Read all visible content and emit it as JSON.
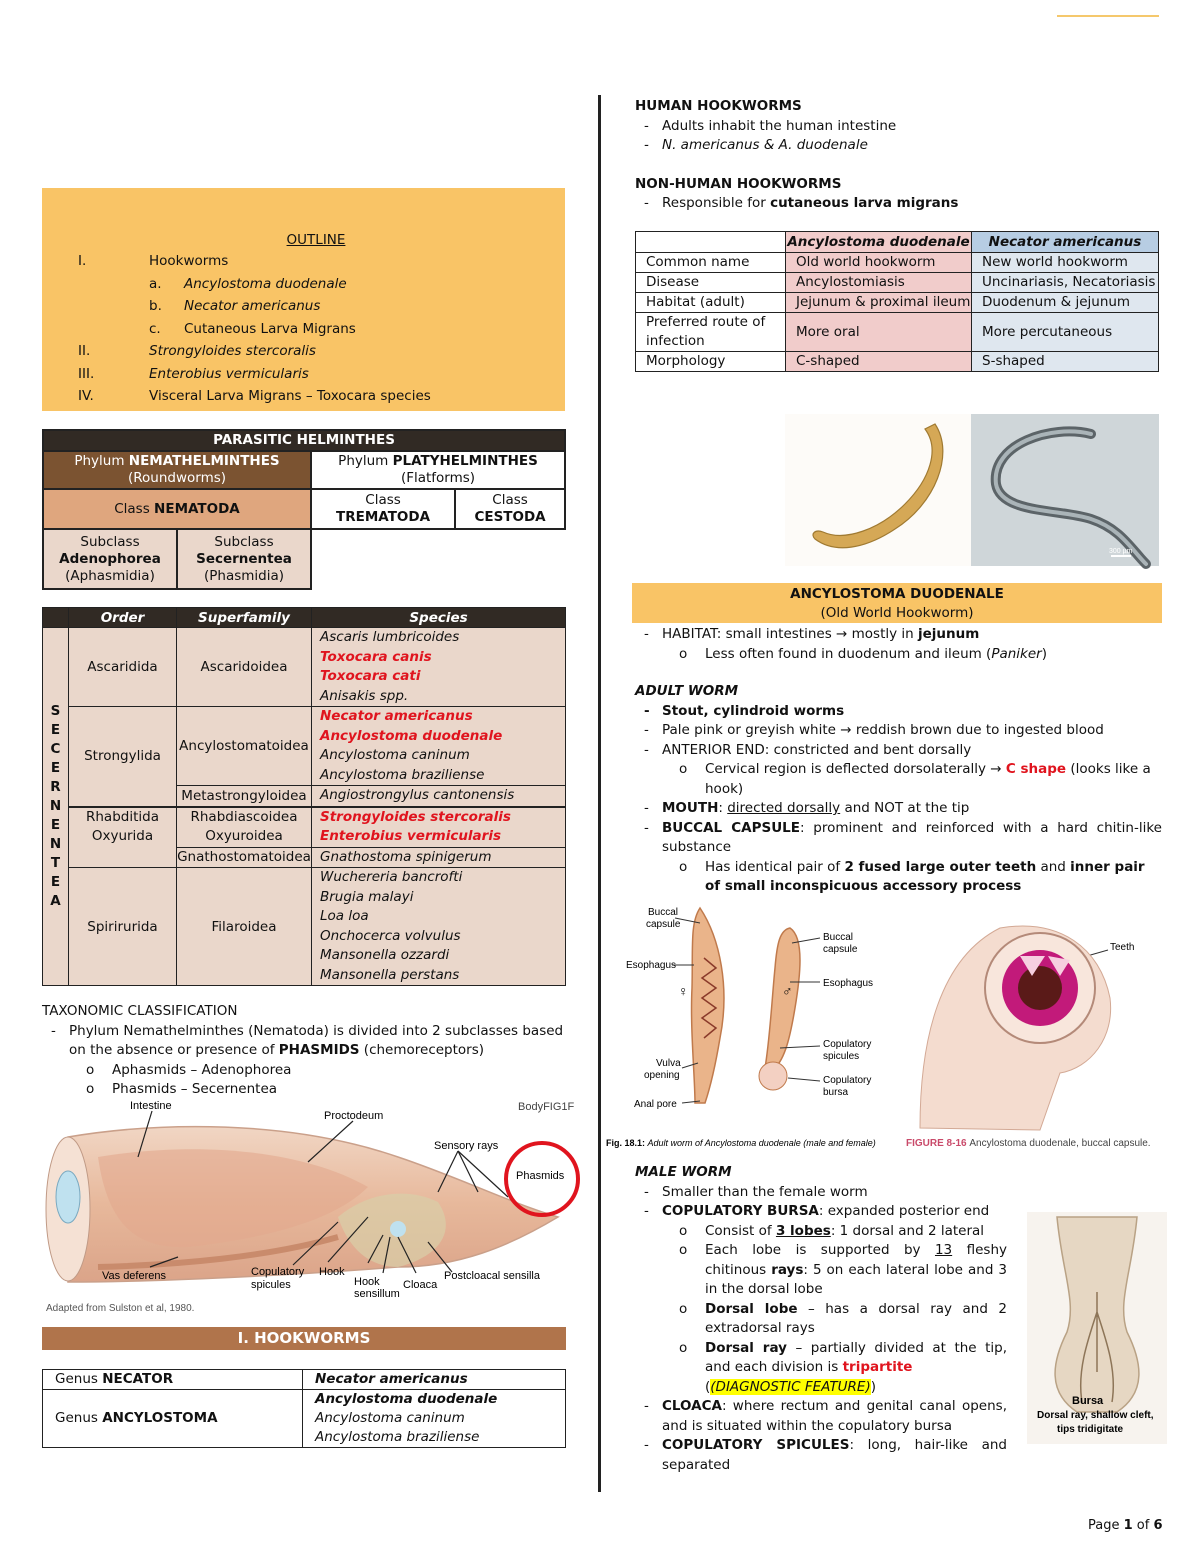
{
  "outline": {
    "title": "OUTLINE",
    "items": [
      {
        "num": "I.",
        "text": "Hookworms",
        "italic": false,
        "sub": false
      },
      {
        "num": "a.",
        "text": "Ancylostoma duodenale",
        "italic": true,
        "sub": true
      },
      {
        "num": "b.",
        "text": "Necator americanus",
        "italic": true,
        "sub": true
      },
      {
        "num": "c.",
        "text": "Cutaneous Larva Migrans",
        "italic": false,
        "sub": true
      },
      {
        "num": "II.",
        "text": "Strongyloides stercoralis",
        "italic": true,
        "sub": false
      },
      {
        "num": "III.",
        "text": "Enterobius vermicularis",
        "italic": true,
        "sub": false
      },
      {
        "num": "IV.",
        "text": "Visceral Larva Migrans – Toxocara species",
        "italic": false,
        "sub": false
      }
    ]
  },
  "phylum": {
    "header": "PARASITIC HELMINTHES",
    "nemat_a": "Phylum ",
    "nemat_b": "NEMATHELMINTHES",
    "nemat_c": "(Roundworms)",
    "platy_a": "Phylum ",
    "platy_b": "PLATYHELMINTHES",
    "platy_c": "(Flatforms)",
    "nematoda_a": "Class ",
    "nematoda_b": "NEMATODA",
    "trem_a": "Class",
    "trem_b": "TREMATODA",
    "cest_a": "Class",
    "cest_b": "CESTODA",
    "adeno_a": "Subclass",
    "adeno_b": "Adenophorea",
    "adeno_c": "(Aphasmidia)",
    "secer_a": "Subclass",
    "secer_b": "Secernentea",
    "secer_c": "(Phasmidia)"
  },
  "taxonomy": {
    "headers": [
      "Order",
      "Superfamily",
      "Species"
    ],
    "side_label": "SECERNENTEA",
    "orders": [
      "Ascaridida",
      "Strongylida",
      "Rhabditida",
      "Oxyurida",
      "Spirirurida"
    ],
    "superfamilies": [
      "Ascaridoidea",
      "Ancylostomatoidea",
      "Metastrongyloidea",
      "Rhabdiascoidea",
      "Oxyuroidea",
      "Gnathostomatoidea",
      "Filaroidea"
    ],
    "species": [
      "Ascaris lumbricoides",
      "Toxocara canis",
      "Toxocara cati",
      "Anisakis spp.",
      "Necator americanus",
      "Ancylostoma duodenale",
      "Ancylostoma caninum",
      "Ancylostoma braziliense",
      "Angiostrongylus cantonensis",
      "Strongyloides stercoralis",
      "Enterobius vermicularis",
      "Gnathostoma spinigerum",
      "Wuchereria bancrofti",
      "Brugia malayi",
      "Loa loa",
      "Onchocerca volvulus",
      "Mansonella ozzardi",
      "Mansonella perstans"
    ]
  },
  "taxclass": {
    "title": "TAXONOMIC CLASSIFICATION",
    "line1a": "Phylum Nemathelminthes (Nematoda) is divided into 2 subclasses based on the absence or presence of ",
    "line1b": "PHASMIDS",
    "line1c": " (chemoreceptors)",
    "sub1": "Aphasmids – Adenophorea",
    "sub2": "Phasmids – Secernentea"
  },
  "fig1": {
    "corner": "BodyFIG1F",
    "intestine": "Intestine",
    "proctodeum": "Proctodeum",
    "sensory": "Sensory rays",
    "phasmids": "Phasmids",
    "vas": "Vas deferens",
    "copul1": "Copulatory",
    "copul2": "spicules",
    "hook": "Hook",
    "hooks1": "Hook",
    "hooks2": "sensillum",
    "cloaca": "Cloaca",
    "postcl": "Postcloacal sensilla",
    "credit": "Adapted from Sulston et al, 1980."
  },
  "hookworms_header": "I. HOOKWORMS",
  "genus": {
    "necator_a": "Genus ",
    "necator_b": "NECATOR",
    "necator_sp": "Necator americanus",
    "ancy_a": "Genus ",
    "ancy_b": "ANCYLOSTOMA",
    "ancy_sp1": "Ancylostoma duodenale",
    "ancy_sp2": "Ancylostoma caninum",
    "ancy_sp3": "Ancylostoma braziliense"
  },
  "human": {
    "title": "HUMAN HOOKWORMS",
    "b1": "Adults inhabit the human intestine",
    "b2": "N. americanus & A. duodenale"
  },
  "nonhuman": {
    "title": "NON-HUMAN HOOKWORMS",
    "b1a": "Responsible for ",
    "b1b": "cutaneous larva migrans"
  },
  "compare": {
    "h1": "Ancylostoma duodenale",
    "h2": "Necator americanus",
    "rows": [
      {
        "k": "Common name",
        "a": "Old world hookworm",
        "n": "New world hookworm"
      },
      {
        "k": "Disease",
        "a": "Ancylostomiasis",
        "n": "Uncinariasis, Necatoriasis"
      },
      {
        "k": "Habitat (adult)",
        "a": "Jejunum & proximal ileum",
        "n": "Duodenum & jejunum"
      },
      {
        "k": "Preferred route of infection",
        "a": "More oral",
        "n": "More percutaneous"
      },
      {
        "k": "Morphology",
        "a": "C-shaped",
        "n": "S-shaped"
      }
    ],
    "scale": "300 µm"
  },
  "ancy": {
    "title": "ANCYLOSTOMA DUODENALE",
    "subtitle": "(Old World Hookworm)",
    "hab_a": "HABITAT: small intestines → mostly in ",
    "hab_b": "jejunum",
    "hab_sub_a": "Less often found in duodenum and ileum (",
    "hab_sub_b": "Paniker",
    "hab_sub_c": ")"
  },
  "adult": {
    "title": "ADULT WORM",
    "b1": "Stout, cylindroid worms",
    "b2": "Pale pink or greyish white → reddish brown due to ingested blood",
    "b3": "ANTERIOR END: constricted and bent dorsally",
    "b3s_a": "Cervical region is deflected dorsolaterally → ",
    "b3s_b": "C shape",
    "b3s_c": " (looks like a hook)",
    "b4a": "MOUTH",
    "b4b": ": ",
    "b4c": "directed dorsally",
    "b4d": " and NOT at the tip",
    "b5a": "BUCCAL CAPSULE",
    "b5b": ": prominent and reinforced with a hard chitin-like substance",
    "b5s_a": "Has identical pair of ",
    "b5s_b": "2 fused large outer teeth",
    "b5s_c": " and ",
    "b5s_d": "inner pair of small inconspicuous accessory process"
  },
  "fig2": {
    "buccal1": "Buccal",
    "buccal2": "capsule",
    "buccal3": "Buccal",
    "buccal4": "capsule",
    "esoph1": "Esophagus",
    "esoph2": "Esophagus",
    "female": "♀",
    "male": "♂",
    "vulva1": "Vulva",
    "vulva2": "opening",
    "anal": "Anal pore",
    "copsp1": "Copulatory",
    "copsp2": "spicules",
    "copbur1": "Copulatory",
    "copbur2": "bursa",
    "teeth": "Teeth",
    "cap1a": "Fig. 18.1: ",
    "cap1b": "Adult worm of Ancylostoma duodenale (male and female)",
    "cap2a": "FIGURE 8-16 ",
    "cap2b": "Ancylostoma duodenale, buccal capsule."
  },
  "male": {
    "title": "MALE WORM",
    "b1": "Smaller than the female worm",
    "b2a": "COPULATORY BURSA",
    "b2b": ": expanded posterior end",
    "s1a": "Consist of ",
    "s1b": "3 lobes",
    "s1c": ": 1 dorsal and 2 lateral",
    "s2a": "Each lobe is supported by ",
    "s2b": "13",
    "s2c": " fleshy chitinous ",
    "s2d": "rays",
    "s2e": ": 5 on each lateral lobe and 3 in the dorsal lobe",
    "s3a": "Dorsal lobe",
    "s3b": " – has a dorsal ray and 2 extradorsal rays",
    "s4a": "Dorsal ray",
    "s4b": " – partially divided at the tip, and each division is ",
    "s4c": "tripartite",
    "s4d": "(DIAGNOSTIC FEATURE)",
    "b3a": "CLOACA",
    "b3b": ": where rectum and genital canal opens, and is situated within the copulatory bursa",
    "b4a": "COPULATORY SPICULES",
    "b4b": ": long, hair-like and separated",
    "bursa1": "Bursa",
    "bursa2": "Dorsal ray, shallow cleft,",
    "bursa3": "tips tridigitate"
  },
  "footer": {
    "a": "Page ",
    "b": "1",
    "c": " of ",
    "d": "6"
  }
}
